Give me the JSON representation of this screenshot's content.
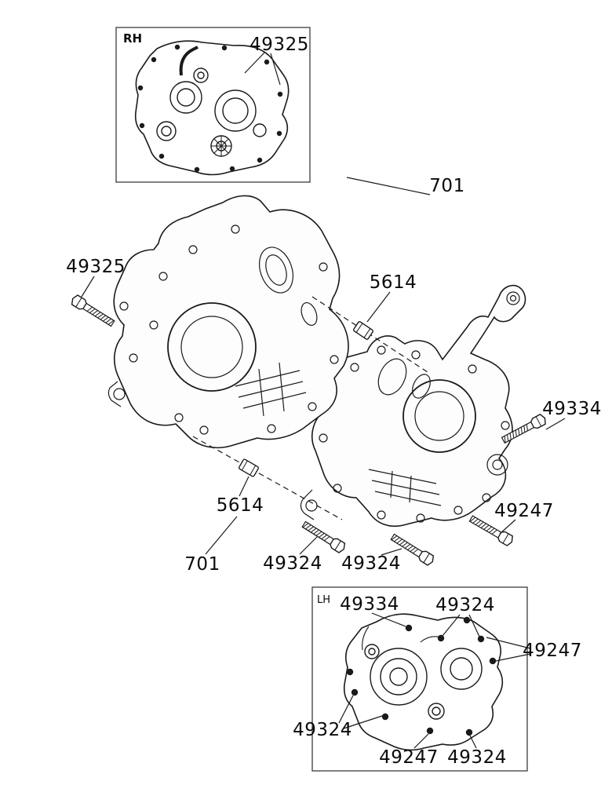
{
  "page": {
    "type": "exploded-parts-diagram",
    "subject": "engine crankcase halves",
    "background": "#ffffff",
    "line_color": "#1a1a1a"
  },
  "insets": {
    "rh": "RH",
    "lh": "LH"
  },
  "labels": [
    {
      "text": "49325"
    },
    {
      "text": "701"
    },
    {
      "text": "5614"
    },
    {
      "text": "49325"
    },
    {
      "text": "49334"
    },
    {
      "text": "49247"
    },
    {
      "text": "5614"
    },
    {
      "text": "701"
    },
    {
      "text": "49324"
    },
    {
      "text": "49324"
    },
    {
      "text": "49334"
    },
    {
      "text": "49324"
    },
    {
      "text": "49247"
    },
    {
      "text": "49324"
    },
    {
      "text": "49247"
    },
    {
      "text": "49324"
    }
  ]
}
